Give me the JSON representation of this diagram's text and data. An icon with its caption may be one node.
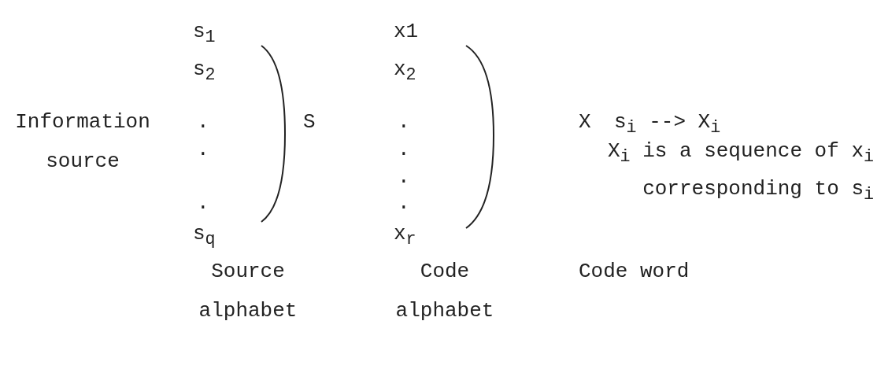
{
  "diagram": {
    "labels": [
      "s$_{1}$",
      "x1",
      "s$_{2}$",
      "x$_{2}$",
      "Information source",
      ".",
      "S",
      ".",
      "X",
      "s$_{i}$ --> X$_{i}$",
      ".",
      ".",
      "X$_{i}$ is a sequence of x$_{i}$ corresponding to s$_{i}$",
      ".",
      ".",
      ".",
      "s$_{q}$",
      "x$_{r}$",
      "Source alphabet",
      "Code alphabet",
      "Code word"
    ]
  }
}
